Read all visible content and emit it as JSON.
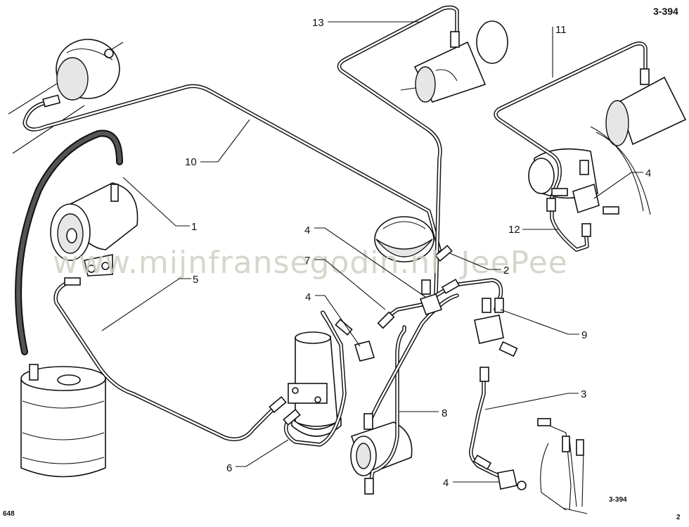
{
  "diagram": {
    "code_top_right": "3-394",
    "code_bottom_right": "3-394",
    "number_bottom_left": "648",
    "number_bottom_right": "2",
    "watermark": "www.mijnfransegodin.nl  JeePee",
    "callouts": [
      "13",
      "11",
      "10",
      "1",
      "4",
      "12",
      "5",
      "4",
      "7",
      "2",
      "4",
      "9",
      "3",
      "8",
      "6",
      "4"
    ]
  }
}
